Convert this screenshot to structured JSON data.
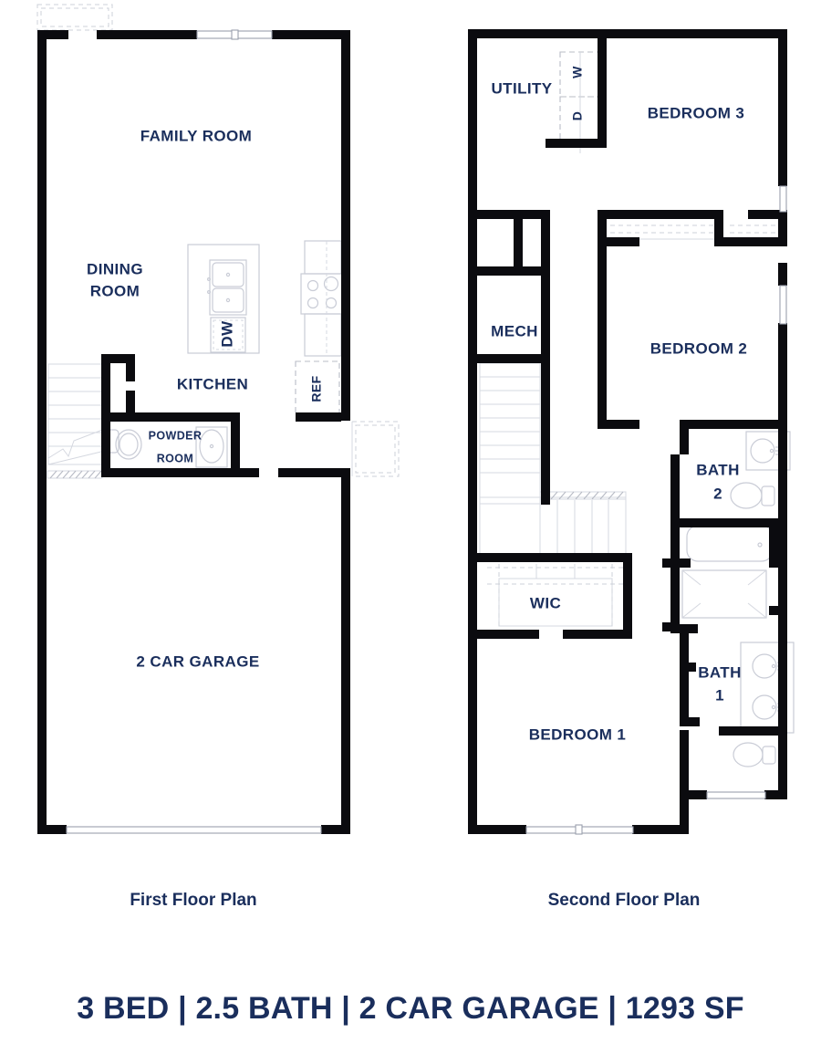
{
  "document": {
    "type": "residential-floor-plan",
    "accent_color": "#1a2e5c",
    "wall_color": "#0b0b0f",
    "background_color": "#ffffff"
  },
  "summary_bar": {
    "text": "3 BED | 2.5 BATH | 2 CAR GARAGE | 1293 SF",
    "beds": "3 BED",
    "baths": "2.5 BATH",
    "garage": "2 CAR GARAGE",
    "area": "1293 SF"
  },
  "floors": [
    {
      "id": "first",
      "title": "First Floor Plan",
      "rooms": [
        {
          "key": "family_room",
          "label": "FAMILY ROOM"
        },
        {
          "key": "dining_room_l1",
          "label": "DINING"
        },
        {
          "key": "dining_room_l2",
          "label": "ROOM"
        },
        {
          "key": "kitchen",
          "label": "KITCHEN"
        },
        {
          "key": "powder_l1",
          "label": "POWDER"
        },
        {
          "key": "powder_l2",
          "label": "ROOM"
        },
        {
          "key": "garage",
          "label": "2 CAR GARAGE"
        }
      ],
      "appliances": [
        {
          "key": "dishwasher",
          "label": "DW"
        },
        {
          "key": "refrigerator",
          "label": "REF"
        }
      ]
    },
    {
      "id": "second",
      "title": "Second Floor Plan",
      "rooms": [
        {
          "key": "utility",
          "label": "UTILITY"
        },
        {
          "key": "bedroom3",
          "label": "BEDROOM 3"
        },
        {
          "key": "mech",
          "label": "MECH"
        },
        {
          "key": "bedroom2",
          "label": "BEDROOM 2"
        },
        {
          "key": "bath2_l1",
          "label": "BATH"
        },
        {
          "key": "bath2_l2",
          "label": "2"
        },
        {
          "key": "wic",
          "label": "WIC"
        },
        {
          "key": "bedroom1",
          "label": "BEDROOM 1"
        },
        {
          "key": "bath1_l1",
          "label": "BATH"
        },
        {
          "key": "bath1_l2",
          "label": "1"
        }
      ],
      "appliances": [
        {
          "key": "washer",
          "label": "W"
        },
        {
          "key": "dryer",
          "label": "D"
        }
      ]
    }
  ]
}
